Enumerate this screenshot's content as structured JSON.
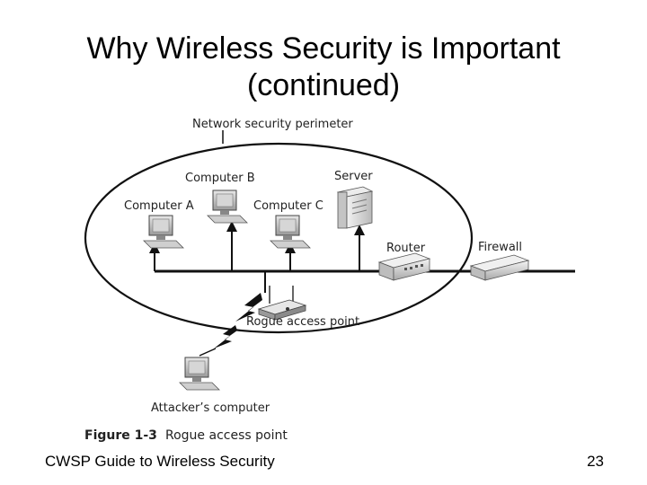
{
  "slide": {
    "title_line1": "Why Wireless Security is Important",
    "title_line2": "(continued)",
    "footer_left": "CWSP Guide to Wireless Security",
    "page_number": "23"
  },
  "diagram": {
    "perimeter_label": "Network security perimeter",
    "labels": {
      "computer_a": "Computer A",
      "computer_b": "Computer B",
      "computer_c": "Computer C",
      "server": "Server",
      "router": "Router",
      "firewall": "Firewall",
      "rogue_ap": "Rogue access point",
      "attacker": "Attacker’s computer"
    },
    "caption_number": "Figure 1-3",
    "caption_text": "Rogue access point"
  }
}
